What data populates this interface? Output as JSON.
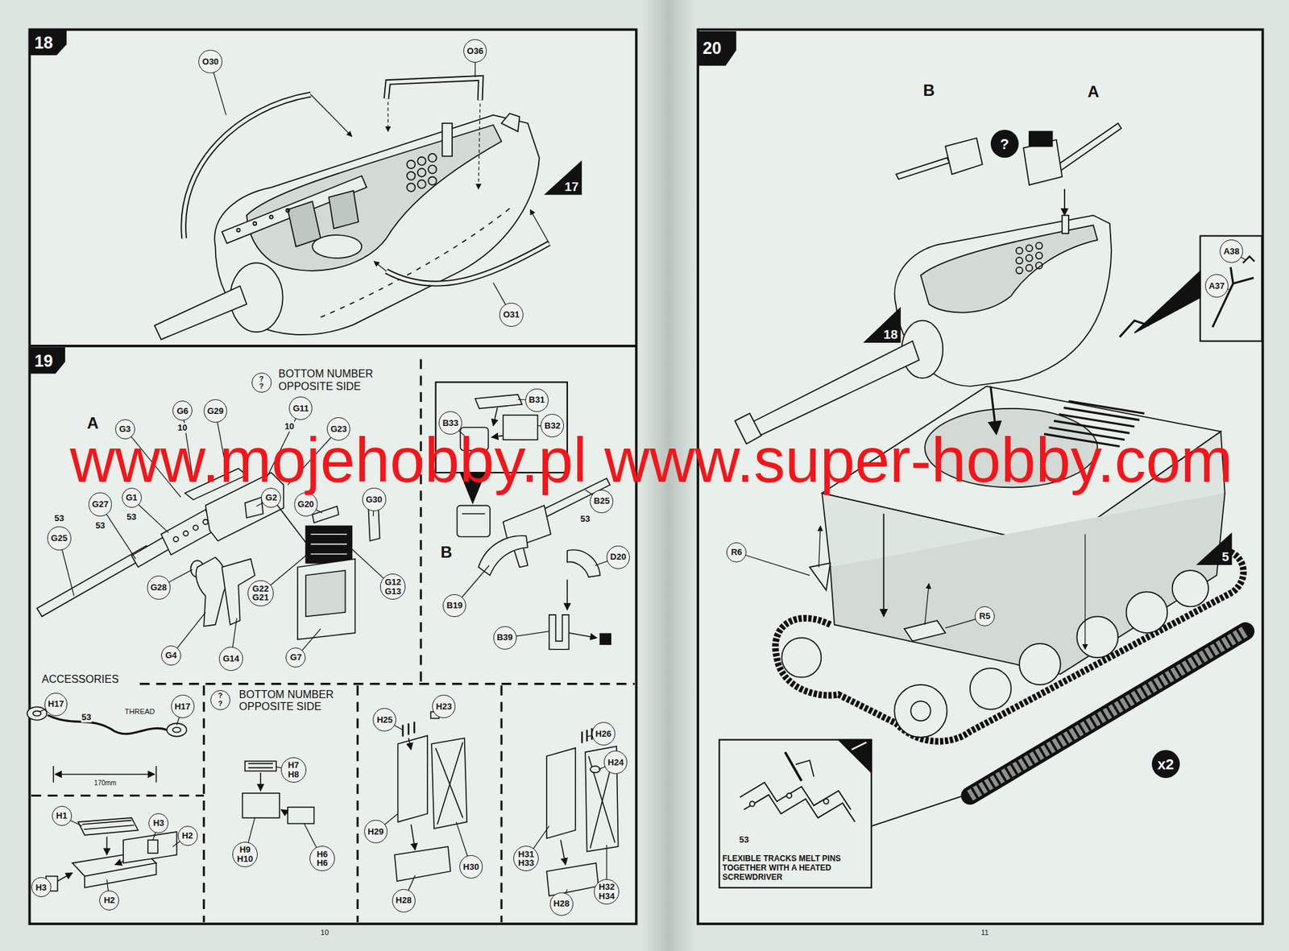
{
  "diagram": {
    "nodes": [
      {
        "text": [
          "18"
        ]
      },
      {
        "text": [
          "O30"
        ]
      },
      {
        "text": [
          "O36"
        ]
      },
      {
        "text": [
          "17"
        ]
      },
      {
        "text": [
          "O31"
        ]
      },
      {
        "text": [
          "19"
        ]
      },
      {
        "text": [
          "? ?"
        ]
      },
      {
        "text": [
          "G6"
        ]
      },
      {
        "text": [
          "G29"
        ]
      },
      {
        "text": [
          "G11"
        ]
      },
      {
        "text": [
          "G3"
        ]
      },
      {
        "text": [
          "G23"
        ]
      },
      {
        "text": [
          "G1"
        ]
      },
      {
        "text": [
          "G27"
        ]
      },
      {
        "text": [
          "G2"
        ]
      },
      {
        "text": [
          "G20"
        ]
      },
      {
        "text": [
          "G30"
        ]
      },
      {
        "text": [
          "G25"
        ]
      },
      {
        "text": [
          "G28"
        ]
      },
      {
        "text": [
          "G22 G21"
        ]
      },
      {
        "text": [
          "G12 G13"
        ]
      },
      {
        "text": [
          "G4"
        ]
      },
      {
        "text": [
          "G14"
        ]
      },
      {
        "text": [
          "G7"
        ]
      },
      {
        "text": [
          "B31"
        ]
      },
      {
        "text": [
          "B33"
        ]
      },
      {
        "text": [
          "B32"
        ]
      },
      {
        "text": [
          "B25"
        ]
      },
      {
        "text": [
          "D20"
        ]
      },
      {
        "text": [
          "B19"
        ]
      },
      {
        "text": [
          "B39"
        ]
      },
      {
        "text": [
          "H17"
        ]
      },
      {
        "text": [
          "H17"
        ]
      },
      {
        "text": [
          "H1"
        ]
      },
      {
        "text": [
          "H3"
        ]
      },
      {
        "text": [
          "H2"
        ]
      },
      {
        "text": [
          "H3"
        ]
      },
      {
        "text": [
          "H2"
        ]
      },
      {
        "text": [
          "? ?"
        ]
      },
      {
        "text": [
          "H7 H8"
        ]
      },
      {
        "text": [
          "H9 H10"
        ]
      },
      {
        "text": [
          "H6 H6"
        ]
      },
      {
        "text": [
          "H25"
        ]
      },
      {
        "text": [
          "H23"
        ]
      },
      {
        "text": [
          "H29"
        ]
      },
      {
        "text": [
          "H30"
        ]
      },
      {
        "text": [
          "H28"
        ]
      },
      {
        "text": [
          "H26"
        ]
      },
      {
        "text": [
          "H24"
        ]
      },
      {
        "text": [
          "H31 H33"
        ]
      },
      {
        "text": [
          "H28"
        ]
      },
      {
        "text": [
          "H32 H34"
        ]
      },
      {
        "text": [
          "20"
        ]
      },
      {
        "text": [
          "?"
        ]
      },
      {
        "text": [
          "18"
        ]
      },
      {
        "text": [
          "A38"
        ]
      },
      {
        "text": [
          "A37"
        ]
      },
      {
        "text": [
          "R6"
        ]
      },
      {
        "text": [
          "R5"
        ]
      },
      {
        "text": [
          "5"
        ]
      },
      {
        "text": [
          "x2"
        ]
      }
    ],
    "labels": [
      "A",
      "10",
      "10",
      "53",
      "53",
      "53",
      "BOTTOM NUMBER OPPOSITE SIDE",
      "B",
      "53",
      "ACCESSORIES",
      "53",
      "THREAD",
      "170mm",
      "BOTTOM NUMBER OPPOSITE SIDE",
      "B",
      "A",
      "53",
      "FLEXIBLE TRACKS MELT PINS TOGETHER WITH A HEATED SCREWDRIVER",
      "www.mojehobby.pl www.super-hobby.com",
      "10",
      "11"
    ]
  }
}
